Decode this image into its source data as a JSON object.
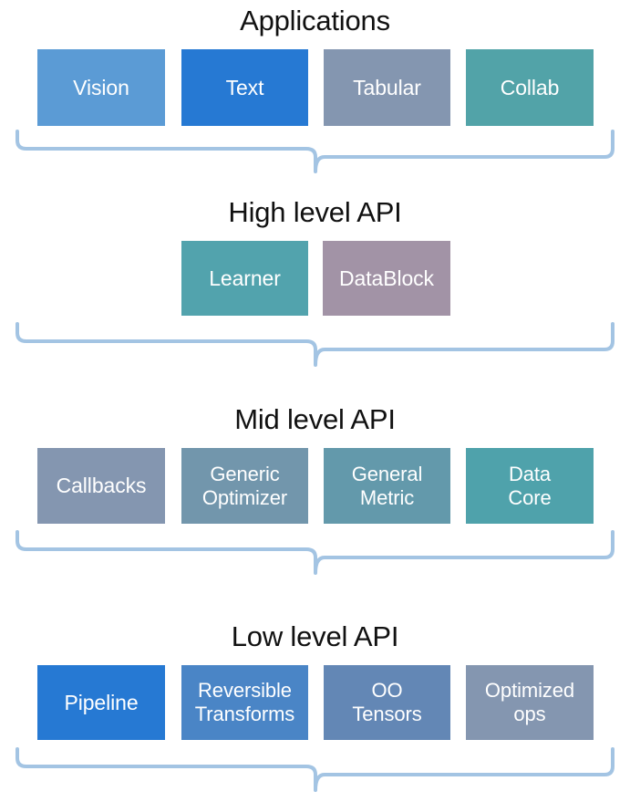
{
  "diagram": {
    "title_text": "fastai layered API architecture",
    "background": "#ffffff",
    "brace_color": "#A3C4E3",
    "text_color_light": "#ffffff",
    "heading_color": "#111111"
  },
  "layers": [
    {
      "id": "applications",
      "heading": "Applications",
      "boxes": [
        {
          "label": "Vision",
          "color": "#5B9BD5"
        },
        {
          "label": "Text",
          "color": "#2679D3"
        },
        {
          "label": "Tabular",
          "color": "#8496B0"
        },
        {
          "label": "Collab",
          "color": "#52A3A8"
        }
      ]
    },
    {
      "id": "high-level-api",
      "heading": "High level API",
      "boxes": [
        {
          "label": "Learner",
          "color": "#52A3AD"
        },
        {
          "label": "DataBlock",
          "color": "#A293A6"
        }
      ]
    },
    {
      "id": "mid-level-api",
      "heading": "Mid level API",
      "boxes": [
        {
          "label": "Callbacks",
          "color": "#8496B0"
        },
        {
          "label": "Generic\nOptimizer",
          "color": "#7296AC"
        },
        {
          "label": "General\nMetric",
          "color": "#6399AB"
        },
        {
          "label": "Data\nCore",
          "color": "#4FA2AB"
        }
      ]
    },
    {
      "id": "low-level-api",
      "heading": "Low level API",
      "boxes": [
        {
          "label": "Pipeline",
          "color": "#2679D3"
        },
        {
          "label": "Reversible\nTransforms",
          "color": "#4A85C6"
        },
        {
          "label": "OO\nTensors",
          "color": "#6387B5"
        },
        {
          "label": "Optimized\nops",
          "color": "#8496B0"
        }
      ]
    }
  ],
  "braces": [
    {
      "id": "brace-applications",
      "label": "brace-under-applications"
    },
    {
      "id": "brace-high-level",
      "label": "brace-under-high-level-api"
    },
    {
      "id": "brace-mid-level",
      "label": "brace-under-mid-level-api"
    },
    {
      "id": "brace-low-level",
      "label": "brace-under-low-level-api"
    }
  ]
}
